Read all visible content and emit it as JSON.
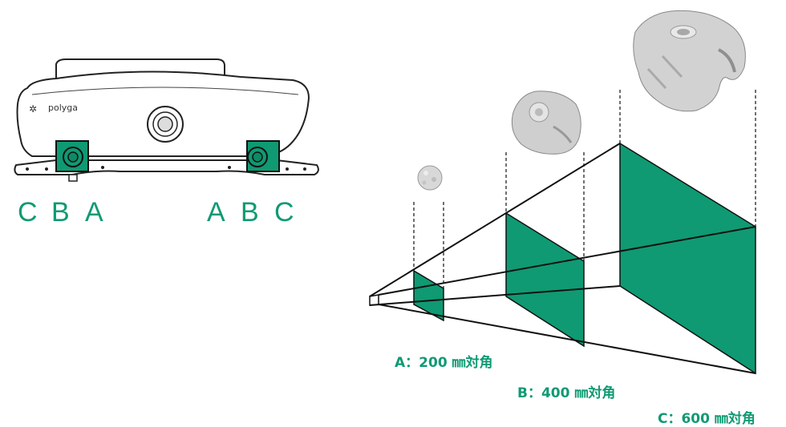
{
  "scanner": {
    "brand_text": "polyga",
    "left_positions": [
      "C",
      "B",
      "A"
    ],
    "right_positions": [
      "A",
      "B",
      "C"
    ]
  },
  "labels": {
    "a": "A：200 ㎜対角",
    "b": "B：400 ㎜対角",
    "c": "C：600 ㎜対角"
  },
  "colors": {
    "accent": "#0f9a73",
    "panel": "#0f9a73",
    "line": "#111111"
  }
}
